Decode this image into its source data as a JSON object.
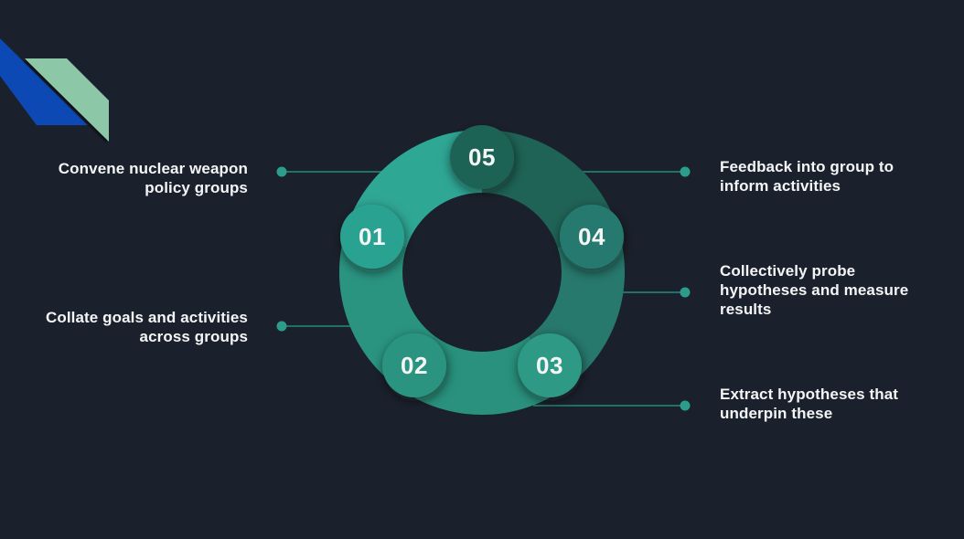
{
  "background": "#1b212c",
  "decoration": {
    "name": "corner-ribbon",
    "blue_ribbon_color": "#0d49b4",
    "green_ribbon_color": "#8cc7a7"
  },
  "connectors": {
    "line_color": "#1f7266",
    "dot_color": "#2d9d8b"
  },
  "diagram": {
    "type": "5-step cycle donut",
    "number_text_color": "#f4f6f6",
    "label_text_color": "#f3f5f6",
    "steps": [
      {
        "number": "01",
        "label": "Convene nuclear weapon policy groups",
        "arc_color": "#2fa795",
        "circle_color": "#2ba291"
      },
      {
        "number": "02",
        "label": "Collate goals and activities across groups",
        "arc_color": "#2a9481",
        "circle_color": "#2a9481"
      },
      {
        "number": "03",
        "label": "Extract hypotheses that underpin these",
        "arc_color": "#29917d",
        "circle_color": "#2d9a85"
      },
      {
        "number": "04",
        "label": "Collectively probe hypotheses and measure results",
        "arc_color": "#27786d",
        "circle_color": "#27796e"
      },
      {
        "number": "05",
        "label": "Feedback into group to inform activities",
        "arc_color": "#1f6356",
        "circle_color": "#1f6356"
      }
    ]
  }
}
